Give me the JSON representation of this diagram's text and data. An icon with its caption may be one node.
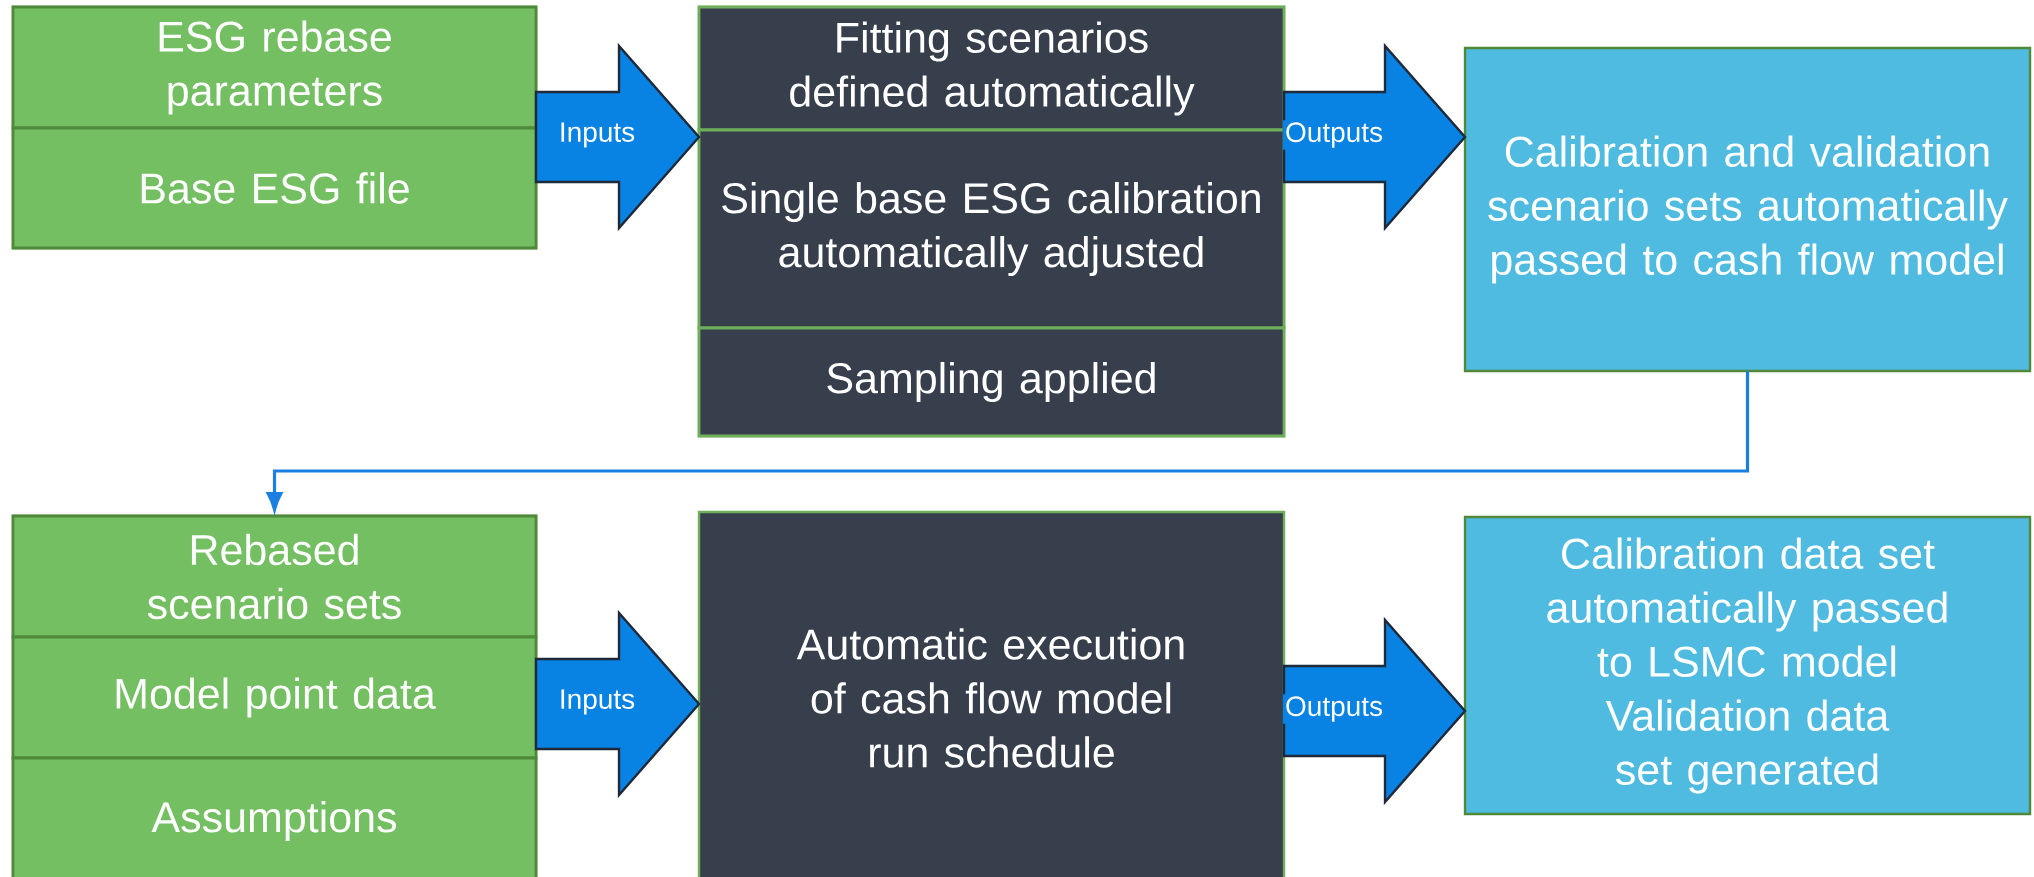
{
  "diagram": {
    "nodes": [
      {
        "text": [],
        "shape": "box"
      },
      {
        "text": [
          "ESG rebase parameters"
        ],
        "in": 0
      },
      {
        "text": [
          "Base ESG file"
        ],
        "in": 0
      },
      {
        "text": [],
        "shape": "box"
      },
      {
        "text": [
          "Fitting scenarios defined automatically"
        ],
        "in": 3
      },
      {
        "text": [
          "Single base ESG calibration automatically adjusted"
        ],
        "in": 3
      },
      {
        "text": [
          "Sampling applied"
        ],
        "in": 3
      },
      {
        "text": [
          "Calibration and validation scenario sets automatically passed to cash flow model"
        ]
      },
      {
        "text": [],
        "shape": "box"
      },
      {
        "text": [
          "Rebased scenario sets"
        ],
        "in": 8
      },
      {
        "text": [
          "Model point data"
        ],
        "in": 8
      },
      {
        "text": [
          "Assumptions"
        ],
        "in": 8
      },
      {
        "text": [
          "Automatic execution of cash flow model run schedule"
        ]
      },
      {
        "text": [
          "Calibration data set automatically passed to LSMC model",
          "Validation data set generated"
        ]
      }
    ],
    "edges": [
      {
        "from": 0,
        "to": 3,
        "arrow": "to",
        "label": "Inputs",
        "style": "thick"
      },
      {
        "from": 3,
        "to": 7,
        "arrow": "to",
        "label": "Outputs",
        "style": "thick"
      },
      {
        "from": 7,
        "to": 8,
        "arrow": "to"
      },
      {
        "from": 8,
        "to": 12,
        "arrow": "to",
        "label": "Inputs",
        "style": "thick"
      },
      {
        "from": 12,
        "to": 13,
        "arrow": "to",
        "label": "Outputs",
        "style": "thick"
      }
    ]
  }
}
